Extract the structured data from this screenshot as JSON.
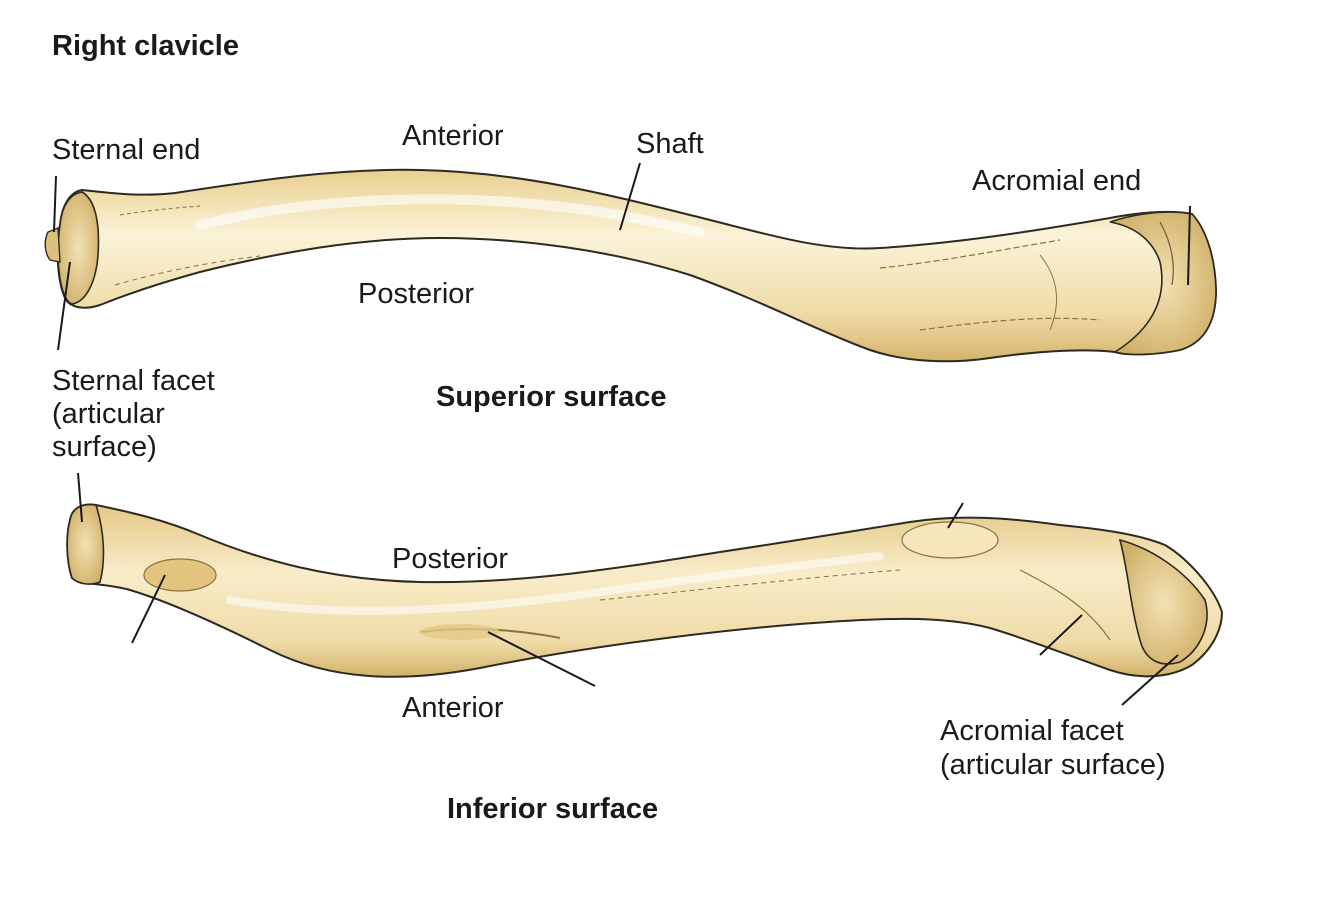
{
  "title": "Right clavicle",
  "superior": {
    "caption": "Superior surface",
    "labels": {
      "sternal_end": "Sternal end",
      "anterior": "Anterior",
      "shaft": "Shaft",
      "acromial_end": "Acromial end",
      "posterior": "Posterior",
      "sternal_facet": [
        "Sternal facet",
        "(articular",
        "surface)"
      ]
    }
  },
  "inferior": {
    "caption": "Inferior surface",
    "labels": {
      "posterior": "Posterior",
      "anterior": "Anterior",
      "acromial_facet": [
        "Acromial facet",
        "(articular surface)"
      ]
    }
  },
  "colors": {
    "bone_fill": "#f1dfae",
    "bone_shade": "#dcc07c",
    "bone_highlight": "#fbf3d9",
    "outline": "#2e2a20",
    "leader": "#1a1a1a"
  }
}
